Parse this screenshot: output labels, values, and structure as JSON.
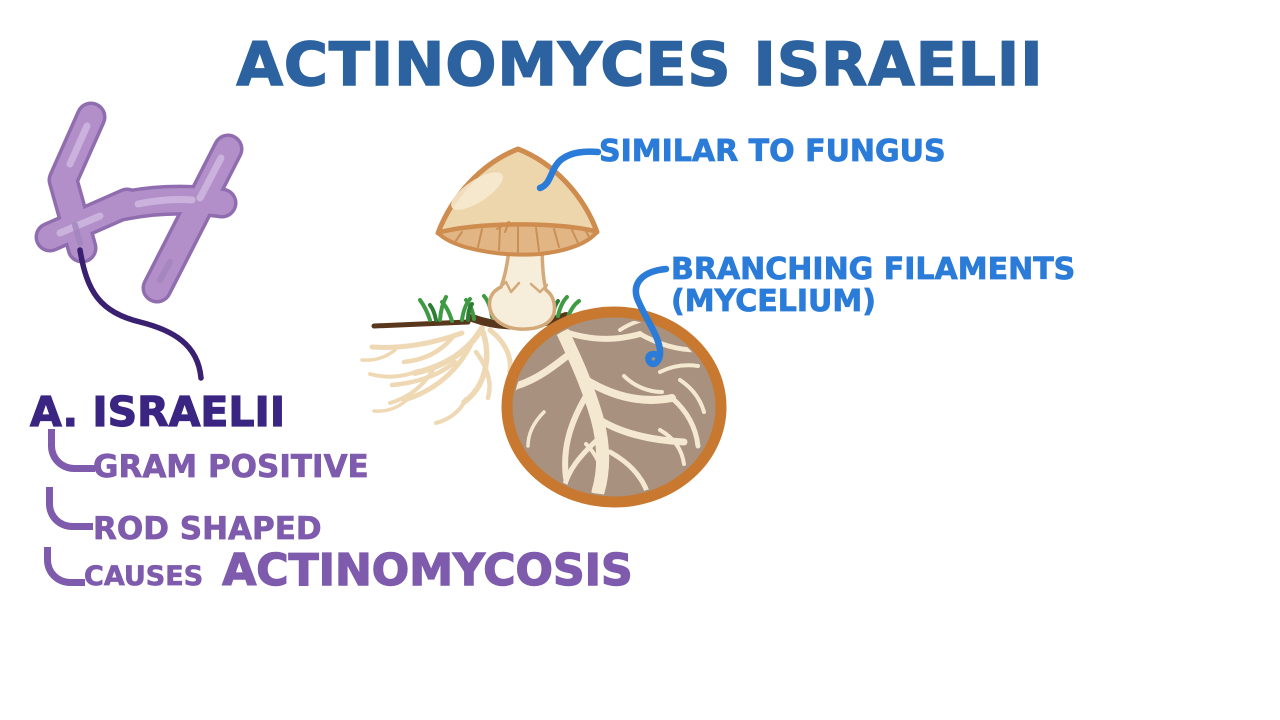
{
  "title": "ACTINOMYCES ISRAELII",
  "callouts": {
    "similar_to_fungus": "SIMILAR TO FUNGUS",
    "branching_filaments_line1": "BRANCHING FILAMENTS",
    "branching_filaments_line2": "(MYCELIUM)"
  },
  "organism": {
    "name": "A. ISRAELII",
    "traits": [
      "GRAM POSITIVE",
      "ROD SHAPED"
    ],
    "causes_prefix": "CAUSES",
    "disease": "ACTINOMYCOSIS"
  },
  "icons": {
    "bacteria": "purple-branching-rod-bacteria-illustration",
    "mushroom": "mushroom-with-grass-and-roots-illustration",
    "magnifier_circle": "soil-zoom-circle-with-branching-mycelium-filaments"
  },
  "palette": {
    "title_blue": "#2B629F",
    "callout_blue": "#2A7CD8",
    "organism_dark_purple": "#3B2582",
    "trait_purple": "#7E5BAD",
    "connector_dark_indigo": "#3A2070",
    "bacteria_fill": "#B28FC9",
    "bacteria_outline": "#8F6DAF",
    "bacteria_highlight": "#CDB6E0",
    "mushroom_cap_tan": "#EDD5AC",
    "mushroom_gill_tan": "#E2B585",
    "mushroom_outline": "#CE8C4E",
    "stem_cream": "#F6EDDA",
    "root_cream": "#EFD9B4",
    "soil_circle_fill": "#A8917F",
    "circle_ring_orange": "#C8792F",
    "filament_cream": "#F4E8D0",
    "grass_green": "#3F9B43",
    "soil_brown": "#59371C"
  }
}
